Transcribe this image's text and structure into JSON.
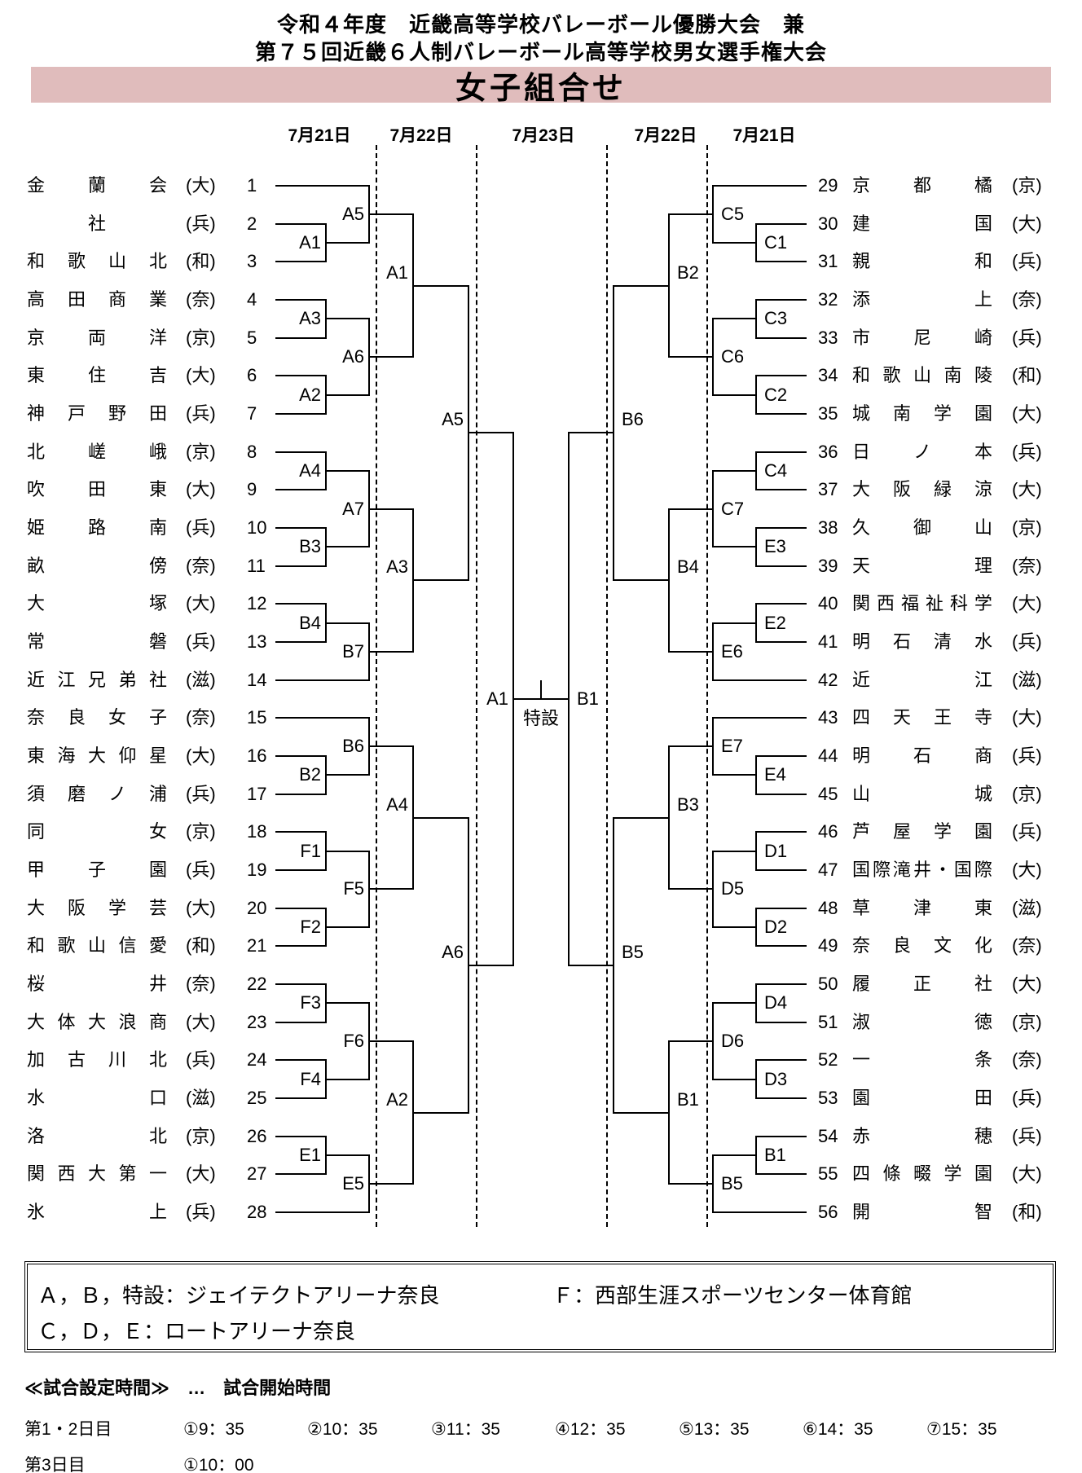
{
  "header": {
    "title_line1": "令和４年度　近畿高等学校バレーボール優勝大会　兼",
    "title_line2": "第７５回近畿６人制バレーボール高等学校男女選手権大会",
    "banner": "女子組合せ",
    "banner_color": "#e0bcbc"
  },
  "dates": [
    "7月21日",
    "7月22日",
    "7月23日",
    "7月22日",
    "7月21日"
  ],
  "teams_left": [
    {
      "no": "1",
      "name": "金蘭会",
      "pref": "(大)"
    },
    {
      "no": "2",
      "name": "社",
      "pref": "(兵)"
    },
    {
      "no": "3",
      "name": "和歌山北",
      "pref": "(和)"
    },
    {
      "no": "4",
      "name": "高田商業",
      "pref": "(奈)"
    },
    {
      "no": "5",
      "name": "京両洋",
      "pref": "(京)"
    },
    {
      "no": "6",
      "name": "東住吉",
      "pref": "(大)"
    },
    {
      "no": "7",
      "name": "神戸野田",
      "pref": "(兵)"
    },
    {
      "no": "8",
      "name": "北嵯峨",
      "pref": "(京)"
    },
    {
      "no": "9",
      "name": "吹田東",
      "pref": "(大)"
    },
    {
      "no": "10",
      "name": "姫路南",
      "pref": "(兵)"
    },
    {
      "no": "11",
      "name": "畝傍",
      "pref": "(奈)"
    },
    {
      "no": "12",
      "name": "大塚",
      "pref": "(大)"
    },
    {
      "no": "13",
      "name": "常磐",
      "pref": "(兵)"
    },
    {
      "no": "14",
      "name": "近江兄弟社",
      "pref": "(滋)"
    },
    {
      "no": "15",
      "name": "奈良女子",
      "pref": "(奈)"
    },
    {
      "no": "16",
      "name": "東海大仰星",
      "pref": "(大)"
    },
    {
      "no": "17",
      "name": "須磨ノ浦",
      "pref": "(兵)"
    },
    {
      "no": "18",
      "name": "同女",
      "pref": "(京)"
    },
    {
      "no": "19",
      "name": "甲子園",
      "pref": "(兵)"
    },
    {
      "no": "20",
      "name": "大阪学芸",
      "pref": "(大)"
    },
    {
      "no": "21",
      "name": "和歌山信愛",
      "pref": "(和)"
    },
    {
      "no": "22",
      "name": "桜井",
      "pref": "(奈)"
    },
    {
      "no": "23",
      "name": "大体大浪商",
      "pref": "(大)"
    },
    {
      "no": "24",
      "name": "加古川北",
      "pref": "(兵)"
    },
    {
      "no": "25",
      "name": "水口",
      "pref": "(滋)"
    },
    {
      "no": "26",
      "name": "洛北",
      "pref": "(京)"
    },
    {
      "no": "27",
      "name": "関西大第一",
      "pref": "(大)"
    },
    {
      "no": "28",
      "name": "氷上",
      "pref": "(兵)"
    }
  ],
  "teams_right": [
    {
      "no": "29",
      "name": "京都橘",
      "pref": "(京)"
    },
    {
      "no": "30",
      "name": "建国",
      "pref": "(大)"
    },
    {
      "no": "31",
      "name": "親和",
      "pref": "(兵)"
    },
    {
      "no": "32",
      "name": "添上",
      "pref": "(奈)"
    },
    {
      "no": "33",
      "name": "市尼崎",
      "pref": "(兵)"
    },
    {
      "no": "34",
      "name": "和歌山南陵",
      "pref": "(和)"
    },
    {
      "no": "35",
      "name": "城南学園",
      "pref": "(大)"
    },
    {
      "no": "36",
      "name": "日ノ本",
      "pref": "(兵)"
    },
    {
      "no": "37",
      "name": "大阪緑涼",
      "pref": "(大)"
    },
    {
      "no": "38",
      "name": "久御山",
      "pref": "(京)"
    },
    {
      "no": "39",
      "name": "天理",
      "pref": "(奈)"
    },
    {
      "no": "40",
      "name": "関西福祉科学",
      "pref": "(大)"
    },
    {
      "no": "41",
      "name": "明石清水",
      "pref": "(兵)"
    },
    {
      "no": "42",
      "name": "近江",
      "pref": "(滋)"
    },
    {
      "no": "43",
      "name": "四天王寺",
      "pref": "(大)"
    },
    {
      "no": "44",
      "name": "明石商",
      "pref": "(兵)"
    },
    {
      "no": "45",
      "name": "山城",
      "pref": "(京)"
    },
    {
      "no": "46",
      "name": "芦屋学園",
      "pref": "(兵)"
    },
    {
      "no": "47",
      "name": "国際滝井・国際",
      "pref": "(大)"
    },
    {
      "no": "48",
      "name": "草津東",
      "pref": "(滋)"
    },
    {
      "no": "49",
      "name": "奈良文化",
      "pref": "(奈)"
    },
    {
      "no": "50",
      "name": "履正社",
      "pref": "(大)"
    },
    {
      "no": "51",
      "name": "淑徳",
      "pref": "(京)"
    },
    {
      "no": "52",
      "name": "一条",
      "pref": "(奈)"
    },
    {
      "no": "53",
      "name": "園田",
      "pref": "(兵)"
    },
    {
      "no": "54",
      "name": "赤穂",
      "pref": "(兵)"
    },
    {
      "no": "55",
      "name": "四條畷学園",
      "pref": "(大)"
    },
    {
      "no": "56",
      "name": "開智",
      "pref": "(和)"
    }
  ],
  "bracket": {
    "left": {
      "r1": [
        {
          "label": "A1",
          "a": 1,
          "b": 2
        },
        {
          "label": "A3",
          "a": 3,
          "b": 4
        },
        {
          "label": "A2",
          "a": 5,
          "b": 6
        },
        {
          "label": "A4",
          "a": 7,
          "b": 8
        },
        {
          "label": "B3",
          "a": 9,
          "b": 10
        },
        {
          "label": "B4",
          "a": 11,
          "b": 12
        },
        {
          "label": "B2",
          "a": 15,
          "b": 16
        },
        {
          "label": "F1",
          "a": 17,
          "b": 18
        },
        {
          "label": "F2",
          "a": 19,
          "b": 20
        },
        {
          "label": "F3",
          "a": 21,
          "b": 22
        },
        {
          "label": "F4",
          "a": 23,
          "b": 24
        },
        {
          "label": "E1",
          "a": 25,
          "b": 26
        }
      ],
      "r2": [
        {
          "label": "A5",
          "a": {
            "bye": 0
          },
          "b": {
            "m": 0
          }
        },
        {
          "label": "A6",
          "a": {
            "m": 1
          },
          "b": {
            "m": 2
          }
        },
        {
          "label": "A7",
          "a": {
            "m": 3
          },
          "b": {
            "m": 4
          }
        },
        {
          "label": "B7",
          "a": {
            "m": 5
          },
          "b": {
            "bye": 13
          }
        },
        {
          "label": "B6",
          "a": {
            "bye": 14
          },
          "b": {
            "m": 6
          }
        },
        {
          "label": "F5",
          "a": {
            "m": 7
          },
          "b": {
            "m": 8
          }
        },
        {
          "label": "F6",
          "a": {
            "m": 9
          },
          "b": {
            "m": 10
          }
        },
        {
          "label": "E5",
          "a": {
            "m": 11
          },
          "b": {
            "bye": 27
          }
        }
      ],
      "qf": [
        {
          "label": "A1",
          "a": 0,
          "b": 1
        },
        {
          "label": "A3",
          "a": 2,
          "b": 3
        },
        {
          "label": "A4",
          "a": 4,
          "b": 5
        },
        {
          "label": "A2",
          "a": 6,
          "b": 7
        }
      ],
      "hsf": [
        {
          "label": "A5",
          "a": 0,
          "b": 1
        },
        {
          "label": "A6",
          "a": 2,
          "b": 3
        }
      ],
      "sf": {
        "label": "A1"
      }
    },
    "right": {
      "r1": [
        {
          "label": "C1",
          "a": 1,
          "b": 2
        },
        {
          "label": "C3",
          "a": 3,
          "b": 4
        },
        {
          "label": "C2",
          "a": 5,
          "b": 6
        },
        {
          "label": "C4",
          "a": 7,
          "b": 8
        },
        {
          "label": "E3",
          "a": 9,
          "b": 10
        },
        {
          "label": "E2",
          "a": 11,
          "b": 12
        },
        {
          "label": "E4",
          "a": 15,
          "b": 16
        },
        {
          "label": "D1",
          "a": 17,
          "b": 18
        },
        {
          "label": "D2",
          "a": 19,
          "b": 20
        },
        {
          "label": "D4",
          "a": 21,
          "b": 22
        },
        {
          "label": "D3",
          "a": 23,
          "b": 24
        },
        {
          "label": "B1",
          "a": 25,
          "b": 26
        }
      ],
      "r2": [
        {
          "label": "C5",
          "a": {
            "bye": 0
          },
          "b": {
            "m": 0
          }
        },
        {
          "label": "C6",
          "a": {
            "m": 1
          },
          "b": {
            "m": 2
          }
        },
        {
          "label": "C7",
          "a": {
            "m": 3
          },
          "b": {
            "m": 4
          }
        },
        {
          "label": "E6",
          "a": {
            "m": 5
          },
          "b": {
            "bye": 13
          }
        },
        {
          "label": "E7",
          "a": {
            "bye": 14
          },
          "b": {
            "m": 6
          }
        },
        {
          "label": "D5",
          "a": {
            "m": 7
          },
          "b": {
            "m": 8
          }
        },
        {
          "label": "D6",
          "a": {
            "m": 9
          },
          "b": {
            "m": 10
          }
        },
        {
          "label": "B5",
          "a": {
            "m": 11
          },
          "b": {
            "bye": 27
          }
        }
      ],
      "qf": [
        {
          "label": "B2",
          "a": 0,
          "b": 1
        },
        {
          "label": "B4",
          "a": 2,
          "b": 3
        },
        {
          "label": "B3",
          "a": 4,
          "b": 5
        },
        {
          "label": "B1",
          "a": 6,
          "b": 7
        }
      ],
      "hsf": [
        {
          "label": "B6",
          "a": 0,
          "b": 1
        },
        {
          "label": "B5",
          "a": 2,
          "b": 3
        }
      ],
      "sf": {
        "label": "B1"
      }
    }
  },
  "final": {
    "venue": "特設"
  },
  "legend": {
    "line1_left": "Ａ，Ｂ，特設：ジェイテクトアリーナ奈良",
    "line1_right": "Ｆ：西部生涯スポーツセンター体育館",
    "line2": "Ｃ，Ｄ，Ｅ：ロートアリーナ奈良"
  },
  "schedule": {
    "heading": "≪試合設定時間≫　…　試合開始時間",
    "rows": [
      {
        "label": "第1・2日目",
        "times": [
          "①9：35",
          "②10：35",
          "③11：35",
          "④12：35",
          "⑤13：35",
          "⑥14：35",
          "⑦15：35"
        ]
      },
      {
        "label": "第3日目",
        "times": [
          "①10：00"
        ]
      }
    ]
  }
}
